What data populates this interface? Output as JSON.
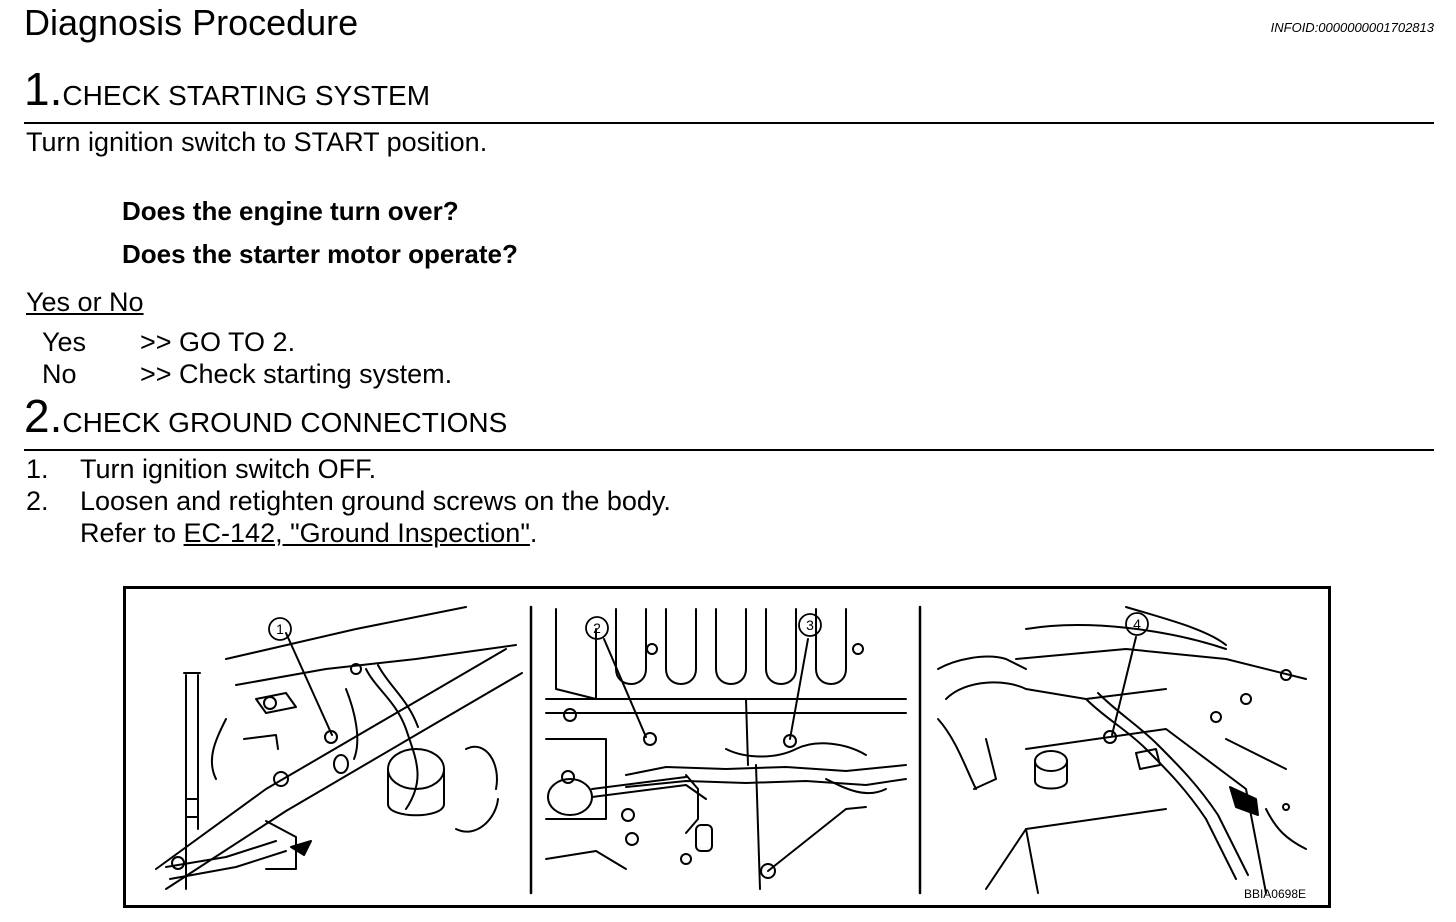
{
  "header": {
    "title": "Diagnosis Procedure",
    "infoid": "INFOID:0000000001702813"
  },
  "step1": {
    "number": "1.",
    "heading": "CHECK STARTING SYSTEM",
    "instruction": "Turn ignition switch to START position.",
    "questions": [
      "Does the engine turn over?",
      "Does the starter motor operate?"
    ],
    "answer_label": "Yes or No",
    "answers": [
      {
        "key": "Yes",
        "action": ">> GO TO 2."
      },
      {
        "key": "No",
        "action": ">> Check starting system."
      }
    ]
  },
  "step2": {
    "number": "2.",
    "heading": "CHECK GROUND CONNECTIONS",
    "items": [
      {
        "num": "1.",
        "text": "Turn ignition switch OFF."
      },
      {
        "num": "2.",
        "text": "Loosen and retighten ground screws on the body."
      }
    ],
    "refer_prefix": "Refer to ",
    "refer_link": "EC-142, \"Ground Inspection\"",
    "refer_suffix": "."
  },
  "figure": {
    "callouts": [
      "1",
      "2",
      "3",
      "4"
    ],
    "figure_id": "BBIA0698E"
  }
}
